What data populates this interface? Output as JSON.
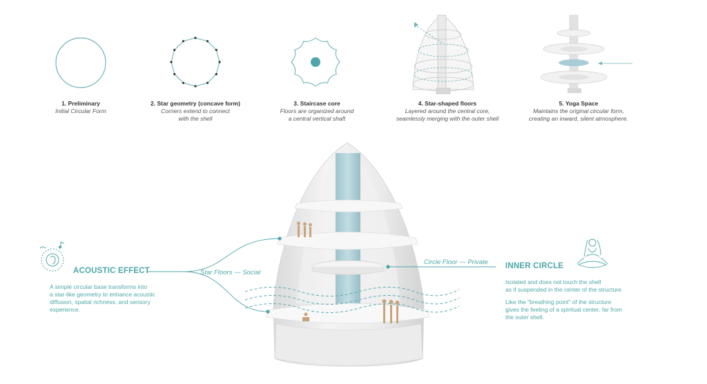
{
  "colors": {
    "accent": "#4ea6a8",
    "core": "#a9cdd6",
    "figure": "#c9a27a",
    "shell": "#e9eaeb"
  },
  "steps": [
    {
      "title": "1. Preliminary",
      "desc": [
        "Initial Circular Form"
      ]
    },
    {
      "title": "2. Star geometry (concave form)",
      "desc": [
        "Corners extend to connect",
        "with the shell"
      ]
    },
    {
      "title": "3. Staircase core",
      "desc": [
        "Floors are organized around",
        "a central vertical shaft"
      ]
    },
    {
      "title": "4. Star-shaped floors",
      "desc": [
        "Layered around the central core,",
        "seamlessly merging with the outer shell"
      ]
    },
    {
      "title": "5. Yoga Space",
      "desc": [
        "Maintains the original circular form,",
        "creating an inward, silent atmosphere."
      ]
    }
  ],
  "acoustic": {
    "title": "ACOUSTIC EFFECT",
    "text": [
      "A simple circular base transforms into",
      "a star-like geometry to enhance acoustic",
      "diffusion, spatial richness, and sensory",
      "experience."
    ],
    "icon": "ear-sound-icon"
  },
  "star_floors_label": "Star Floors --- Social",
  "circle_floor_label": "Circle Floor --- Private",
  "inner_circle": {
    "title": "INNER CIRCLE",
    "text1": [
      "Isolated and does not touch the shell",
      "as if suspended in the center of the structure."
    ],
    "text2": [
      "Like the \"breathing point\" of the structure",
      "gives the feeling of a spiritual center, far from",
      "the outer shell."
    ],
    "icon": "meditation-figure-icon"
  }
}
